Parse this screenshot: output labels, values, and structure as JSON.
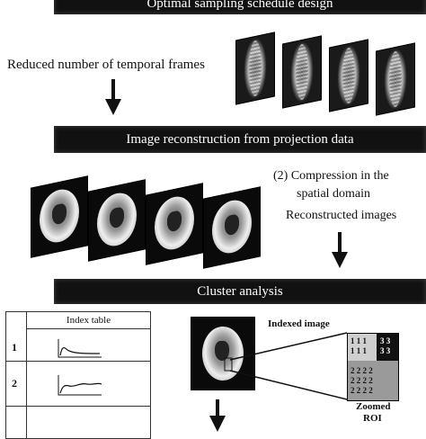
{
  "steps": {
    "step1": "Optimal sampling schedule design",
    "step2": "Image reconstruction from projection data",
    "step3": "Cluster analysis"
  },
  "annotations": {
    "reduced_frames": "Reduced number of temporal frames",
    "compression_line1": "(2)  Compression in the",
    "compression_line2": "spatial domain",
    "reconstructed": "Reconstructed images",
    "indexed_image": "Indexed image",
    "zoomed_line1": "Zoomed",
    "zoomed_line2": "ROI"
  },
  "index_table": {
    "header": "Index table",
    "rows": [
      "1",
      "2"
    ]
  },
  "roi_grid": {
    "top_left": [
      "1 1 1",
      "1 1 1"
    ],
    "top_right": [
      "3 3",
      "3 3"
    ],
    "bottom": [
      "2 2 2 2",
      "2 2 2 2",
      "2 2 2 2"
    ]
  }
}
